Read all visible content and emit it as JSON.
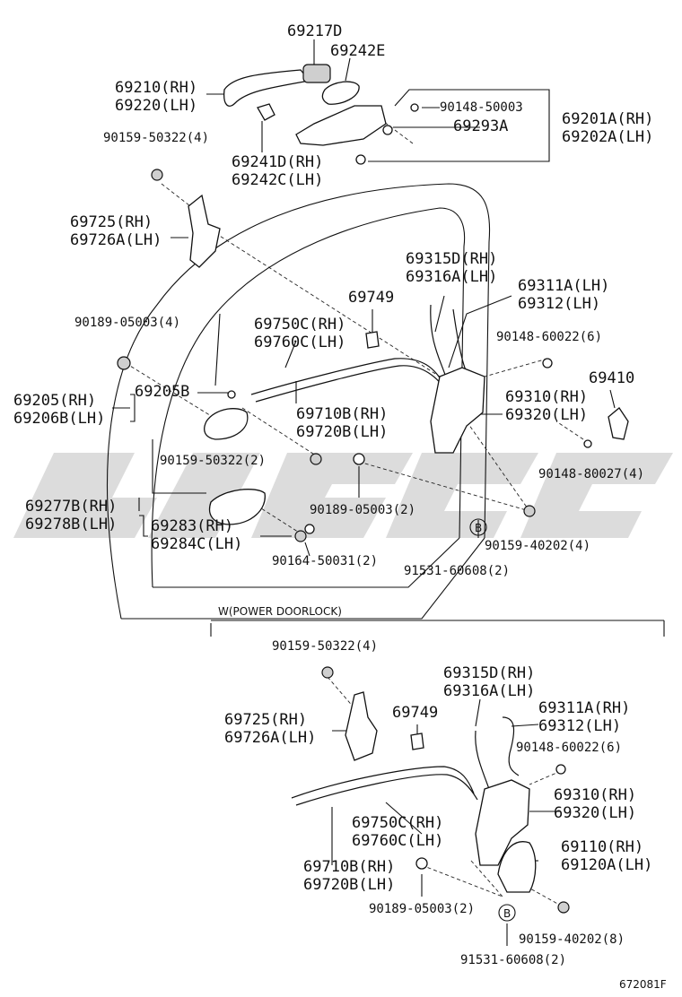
{
  "labels": {
    "p69217D": "69217D",
    "p69242E": "69242E",
    "p69210": "69210(RH)",
    "p69220": "69220(LH)",
    "p90148_50003": "90148-50003",
    "p69293A": "69293A",
    "p69201A": "69201A(RH)",
    "p69202A": "69202A(LH)",
    "p90159_50322_a": "90159-50322(4)",
    "p69241D": "69241D(RH)",
    "p69242C": "69242C(LH)",
    "p69725_a": "69725(RH)",
    "p69726A_a": "69726A(LH)",
    "p69315D_a": "69315D(RH)",
    "p69316A_a": "69316A(LH)",
    "p69749_a": "69749",
    "p69311A_a": "69311A(LH)",
    "p69312_a": "69312(LH)",
    "p90189_05003_a": "90189-05003(4)",
    "p69750C_a": "69750C(RH)",
    "p69760C_a": "69760C(LH)",
    "p90148_60022_a": "90148-60022(6)",
    "p69410": "69410",
    "p69205": "69205(RH)",
    "p69206B": "69206B(LH)",
    "p69205B": "69205B",
    "p69310_a": "69310(RH)",
    "p69320_a": "69320(LH)",
    "p69710B_a": "69710B(RH)",
    "p69720B_a": "69720B(LH)",
    "p90159_50322_b": "90159-50322(2)",
    "p90148_80027": "90148-80027(4)",
    "p69277B": "69277B(RH)",
    "p69278B": "69278B(LH)",
    "p90189_05003_b": "90189-05003(2)",
    "p69283": "69283(RH)",
    "p69284C": "69284C(LH)",
    "p90159_40202_a": "90159-40202(4)",
    "p90164_50031": "90164-50031(2)",
    "p91531_60608_a": "91531-60608(2)",
    "callout_b1": "B",
    "section_title": "W(POWER DOORLOCK)",
    "p90159_50322_c": "90159-50322(4)",
    "p69315D_b": "69315D(RH)",
    "p69316A_b": "69316A(LH)",
    "p69725_b": "69725(RH)",
    "p69726A_b": "69726A(LH)",
    "p69749_b": "69749",
    "p69311A_b": "69311A(RH)",
    "p69312_b": "69312(LH)",
    "p90148_60022_b": "90148-60022(6)",
    "p69310_b": "69310(RH)",
    "p69320_b": "69320(LH)",
    "p69750C_b": "69750C(RH)",
    "p69760C_b": "69760C(LH)",
    "p69110": "69110(RH)",
    "p69120A": "69120A(LH)",
    "p69710B_b": "69710B(RH)",
    "p69720B_b": "69720B(LH)",
    "p90189_05003_c": "90189-05003(2)",
    "p90159_40202_b": "90159-40202(8)",
    "callout_b2": "B",
    "p91531_60608_b": "91531-60608(2)",
    "figure_code": "672081F"
  },
  "colors": {
    "ink": "#111111",
    "watermark": "#d0d0d0",
    "background": "#ffffff"
  }
}
